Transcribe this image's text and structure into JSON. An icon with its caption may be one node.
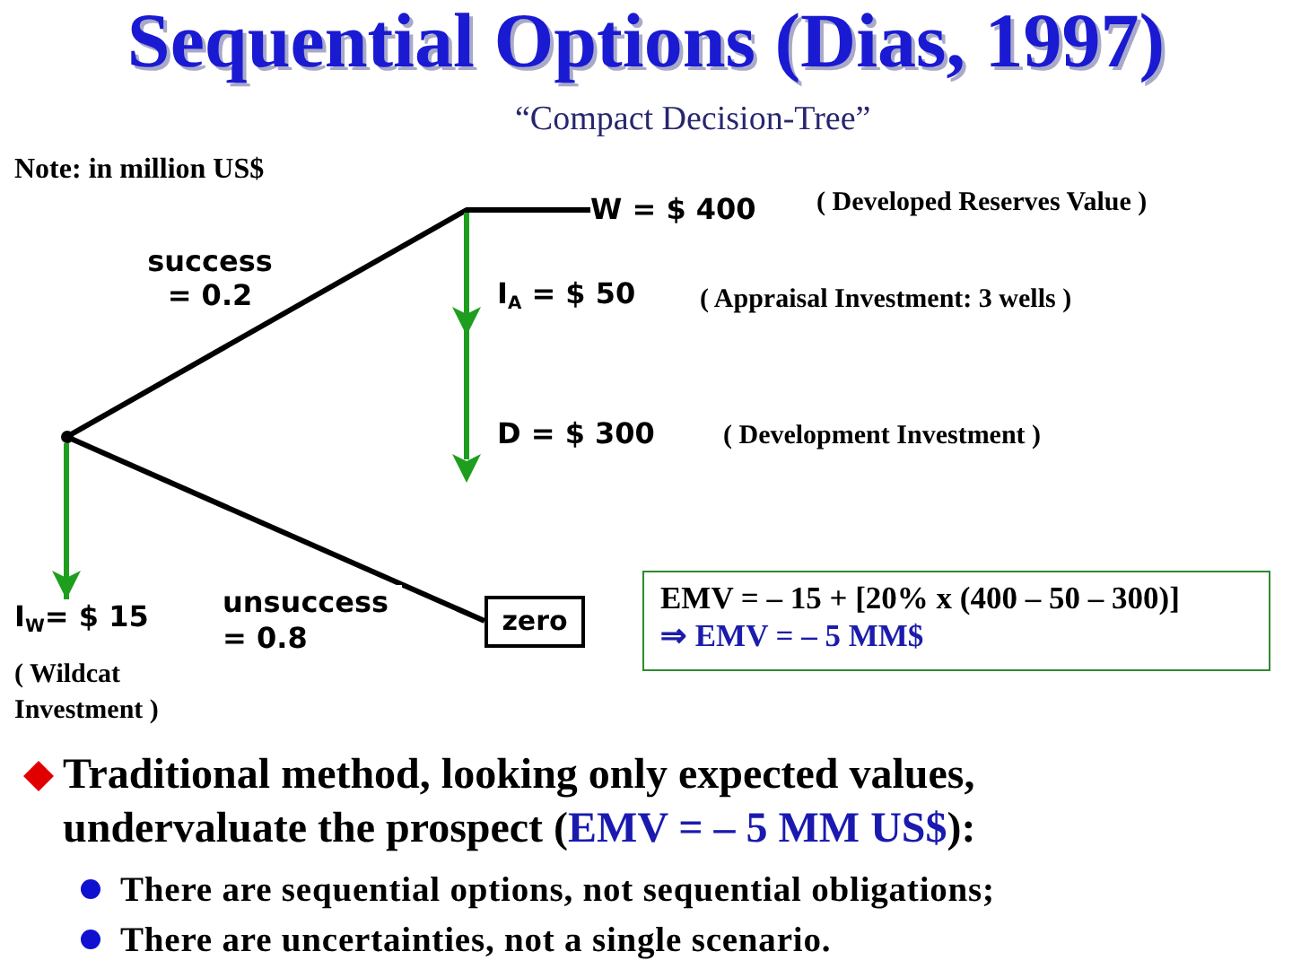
{
  "diagram": {
    "title": "Sequential Options (Dias, 1997)",
    "nodes": [
      {
        "text": [],
        "shape": "dot"
      },
      {
        "text": [
          "W = $ 400"
        ],
        "beside": [
          "( Developed Reserves Value )"
        ]
      },
      {
        "text": [
          "zero"
        ]
      },
      {
        "text": [
          "I$_{W}$= $ 15"
        ],
        "beside": [
          "( Wildcat Investment )"
        ]
      },
      {
        "text": [
          "EMV = – 15 + [20% x (400 – 50 – 300)]",
          "⇒ EMV = – 5 MM$"
        ]
      }
    ],
    "edges": [
      {
        "from": 0,
        "to": 1,
        "arrow": "none",
        "label": "success = 0.2"
      },
      {
        "from": 0,
        "to": 2,
        "arrow": "none",
        "label": "unsuccess = 0.8"
      },
      {
        "from": 0,
        "to": 3,
        "arrow": "to",
        "color": "#1e9e1e"
      }
    ],
    "labels": [
      "“Compact Decision-Tree”",
      "Note: in million US$",
      "I$_{A}$ = $ 50",
      "( Appraisal Investment: 3 wells )",
      "D = $ 300",
      "( Development Investment )",
      "Traditional method, looking only expected values, undervaluate the prospect (**EMV = – 5 MM US$**):",
      "There are sequential options, not sequential obligations;",
      "There are uncertainties, not a single scenario."
    ]
  }
}
